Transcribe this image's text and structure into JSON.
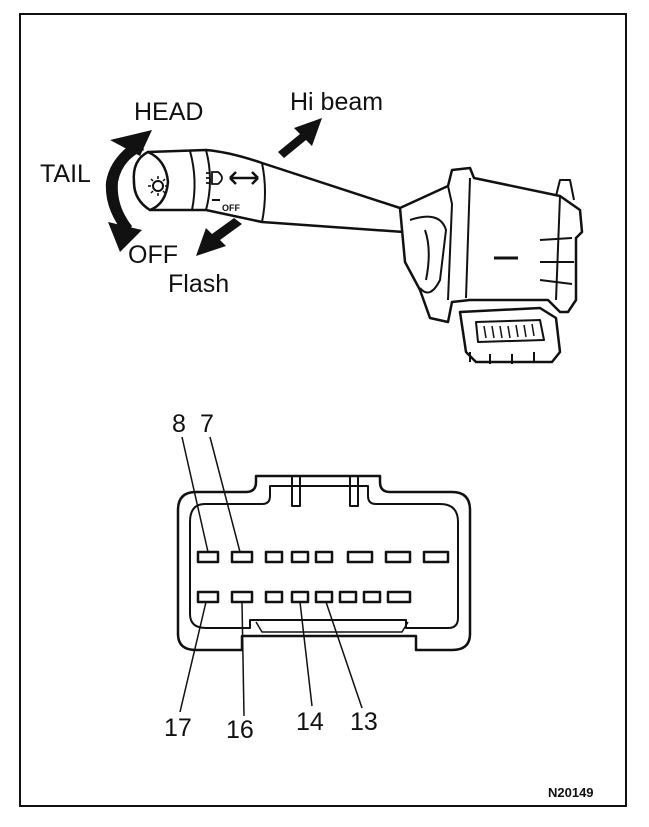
{
  "switch_labels": {
    "head": "HEAD",
    "tail": "TAIL",
    "off": "OFF",
    "hi_beam": "Hi beam",
    "flash": "Flash",
    "stalk_off": "OFF"
  },
  "connector": {
    "pin_8": "8",
    "pin_7": "7",
    "pin_17": "17",
    "pin_16": "16",
    "pin_14": "14",
    "pin_13": "13"
  },
  "figure_code": "N20149",
  "colors": {
    "line": "#111111",
    "background": "#ffffff"
  }
}
